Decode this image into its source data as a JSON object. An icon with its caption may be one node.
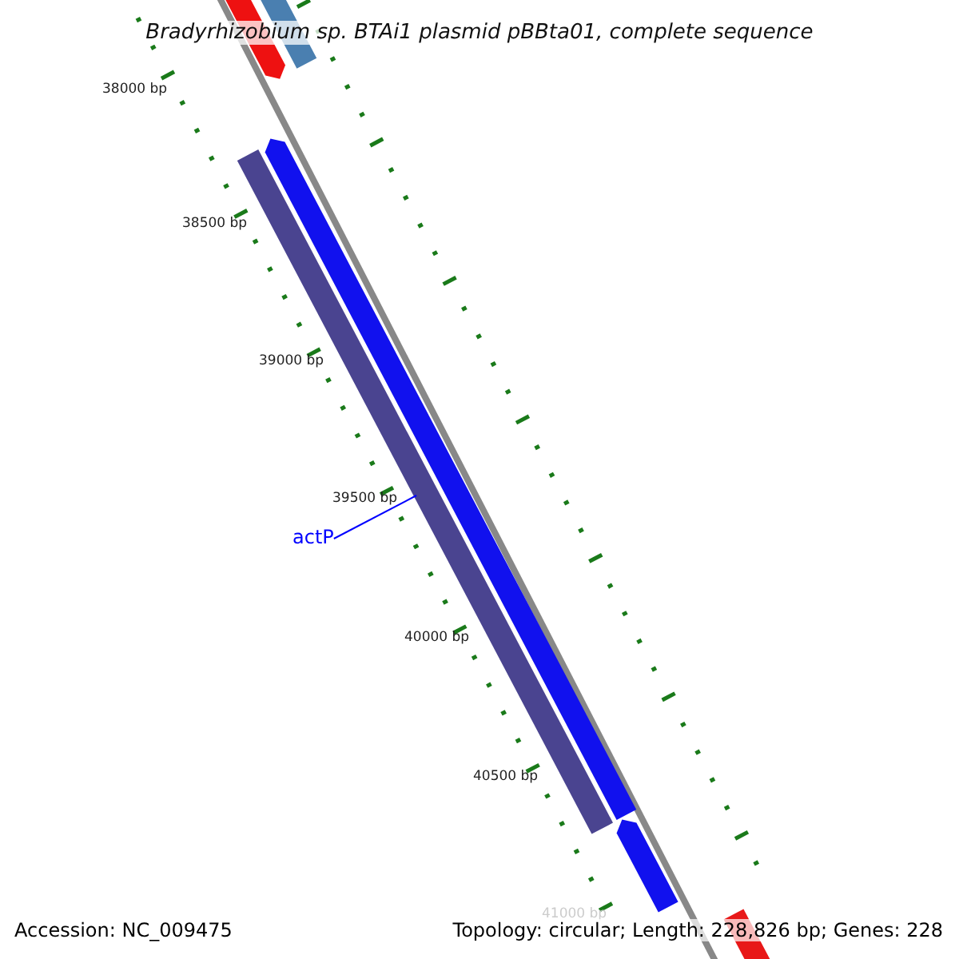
{
  "diagram": {
    "title": "Bradyrhizobium sp. BTAi1 plasmid pBBta01, complete sequence",
    "nodes": [
      {
        "text": [
          "actP"
        ]
      },
      {
        "text": [],
        "shape": "bar"
      }
    ],
    "edges": [
      {
        "from": 0,
        "to": 1,
        "arrow": "none",
        "color": "#0000ff"
      }
    ],
    "labels": [
      "38000 bp",
      "38500 bp",
      "39000 bp",
      "39500 bp",
      "40000 bp",
      "40500 bp",
      "41000 bp",
      "Accession: NC_009475",
      "Topology: circular; Length: 228,826 bp; Genes: 228"
    ]
  }
}
